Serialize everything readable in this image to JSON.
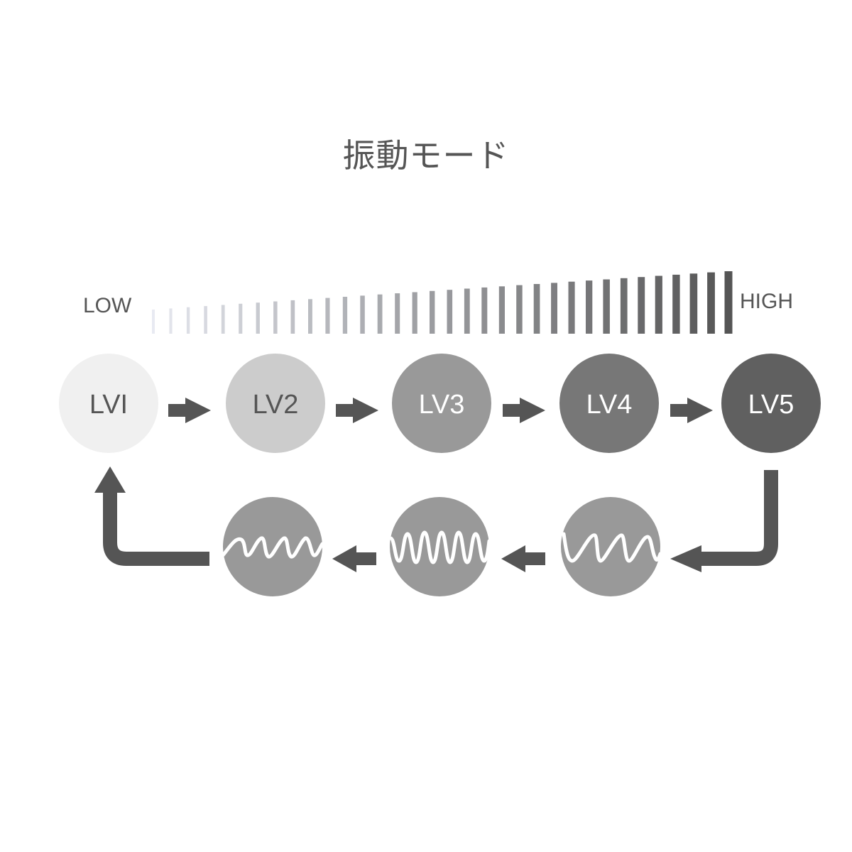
{
  "title": "振動モード",
  "intensity_scale": {
    "low_label": "LOW",
    "high_label": "HIGH",
    "bar_count": 34
  },
  "levels": [
    {
      "label": "LVI",
      "fill": "#f0f0f0",
      "text_color": "#555555"
    },
    {
      "label": "LV2",
      "fill": "#cccccc",
      "text_color": "#555555"
    },
    {
      "label": "LV3",
      "fill": "#999999",
      "text_color": "#ffffff"
    },
    {
      "label": "LV4",
      "fill": "#777777",
      "text_color": "#ffffff"
    },
    {
      "label": "LV5",
      "fill": "#606060",
      "text_color": "#ffffff"
    }
  ],
  "patterns": [
    {
      "name": "sawtooth-wave-icon",
      "fill": "#999999"
    },
    {
      "name": "sine-wave-icon",
      "fill": "#999999"
    },
    {
      "name": "ramp-wave-icon",
      "fill": "#999999"
    }
  ],
  "colors": {
    "arrow": "#555555",
    "text": "#555555"
  }
}
